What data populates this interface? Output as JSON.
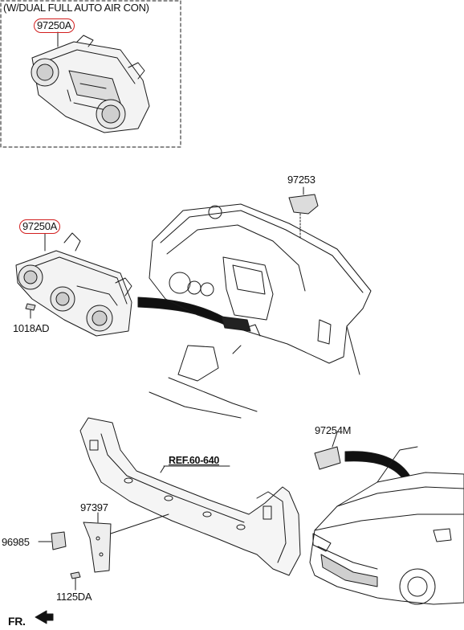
{
  "inset": {
    "title": "(W/DUAL FULL AUTO AIR CON)",
    "part": "97250A"
  },
  "labels": {
    "heater_control": "97250A",
    "screw_top": "1018AD",
    "sensor_dash": "97253",
    "sensor_ambient": "97254M",
    "ref": "REF.60-640",
    "bracket": "97397",
    "sensor_small": "96985",
    "screw_bottom": "1125DA",
    "front": "FR."
  },
  "colors": {
    "highlight": "#d21f1f",
    "line": "#1a1a1a"
  }
}
